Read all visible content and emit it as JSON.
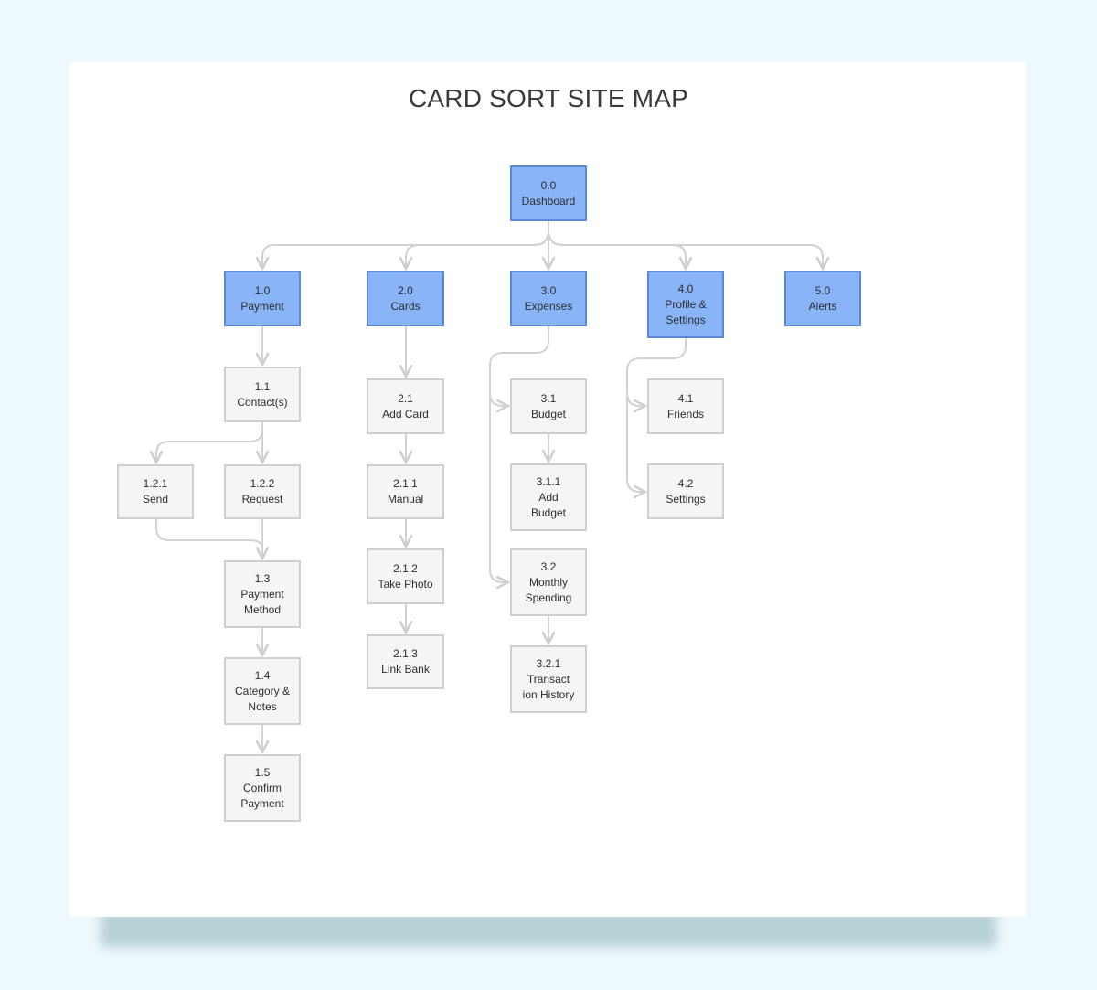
{
  "title": "CARD SORT SITE MAP",
  "colors": {
    "background": "#eef9fd",
    "card": "#ffffff",
    "primary_node": "#8ab4f8",
    "primary_border": "#5a87d6",
    "secondary_node": "#f5f5f5",
    "connector": "#cfcfcf"
  },
  "nodes": {
    "n0": {
      "num": "0.0",
      "label": "Dashboard"
    },
    "n1": {
      "num": "1.0",
      "label": "Payment"
    },
    "n2": {
      "num": "2.0",
      "label": "Cards"
    },
    "n3": {
      "num": "3.0",
      "label": "Expenses"
    },
    "n4": {
      "num": "4.0",
      "label": "Profile &\nSettings"
    },
    "n5": {
      "num": "5.0",
      "label": "Alerts"
    },
    "n11": {
      "num": "1.1",
      "label": "Contact(s)"
    },
    "n121": {
      "num": "1.2.1",
      "label": "Send"
    },
    "n122": {
      "num": "1.2.2",
      "label": "Request"
    },
    "n13": {
      "num": "1.3",
      "label": "Payment\nMethod"
    },
    "n14": {
      "num": "1.4",
      "label": "Category &\nNotes"
    },
    "n15": {
      "num": "1.5",
      "label": "Confirm\nPayment"
    },
    "n21": {
      "num": "2.1",
      "label": "Add Card"
    },
    "n211": {
      "num": "2.1.1",
      "label": "Manual"
    },
    "n212": {
      "num": "2.1.2",
      "label": "Take Photo"
    },
    "n213": {
      "num": "2.1.3",
      "label": "Link Bank"
    },
    "n31": {
      "num": "3.1",
      "label": "Budget"
    },
    "n311": {
      "num": "3.1.1",
      "label": "Add\nBudget"
    },
    "n32": {
      "num": "3.2",
      "label": "Monthly\nSpending"
    },
    "n321": {
      "num": "3.2.1",
      "label": "Transact\nion History"
    },
    "n41": {
      "num": "4.1",
      "label": "Friends"
    },
    "n42": {
      "num": "4.2",
      "label": "Settings"
    }
  }
}
